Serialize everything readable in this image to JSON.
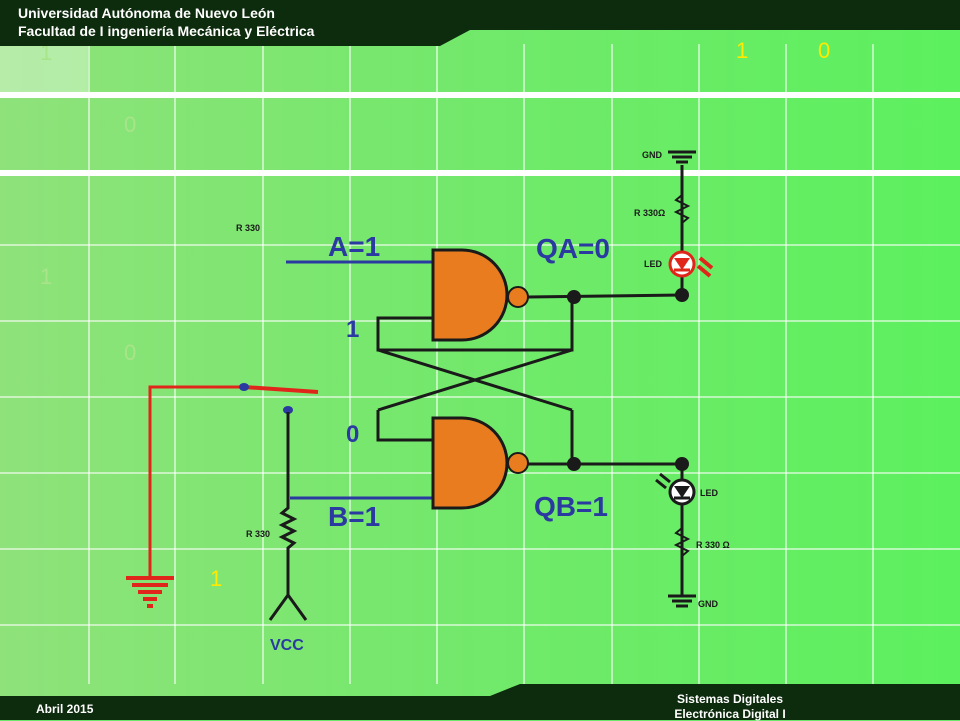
{
  "header": {
    "line1": "Universidad Autónoma de Nuevo León",
    "line2": "Facultad de I ingeniería Mecánica y Eléctrica"
  },
  "footer": {
    "date": "Abril 2015",
    "course_line1": "Sistemas Digitales",
    "course_line2": "Electrónica Digital I"
  },
  "background_digits": {
    "top_left": "1",
    "top_right_1": "1",
    "top_right_0": "0",
    "row2": "0",
    "row4": "1",
    "row5": "0",
    "bottom": "1"
  },
  "circuit": {
    "input_a": "A=1",
    "input_b": "B=1",
    "output_qa": "QA=0",
    "output_qb": "QB=1",
    "feedback_top": "1",
    "feedback_bottom": "0",
    "resistor_top_left": "R 330",
    "resistor_pulldown": "R 330",
    "resistor_led_top": "R 330Ω",
    "resistor_led_bottom": "R 330 Ω",
    "led_top": "LED",
    "led_bottom": "LED",
    "gnd_top": "GND",
    "gnd_bottom": "GND",
    "vcc": "VCC"
  },
  "colors": {
    "header_bar": "#0d2b0d",
    "gate_fill": "#e87c1e",
    "wire": "#1a1a1a",
    "input_wire": "#2a3aa0",
    "switch_wire": "#e0261a",
    "led_red": "#e0261a",
    "label_blue": "#2a3aa0"
  }
}
